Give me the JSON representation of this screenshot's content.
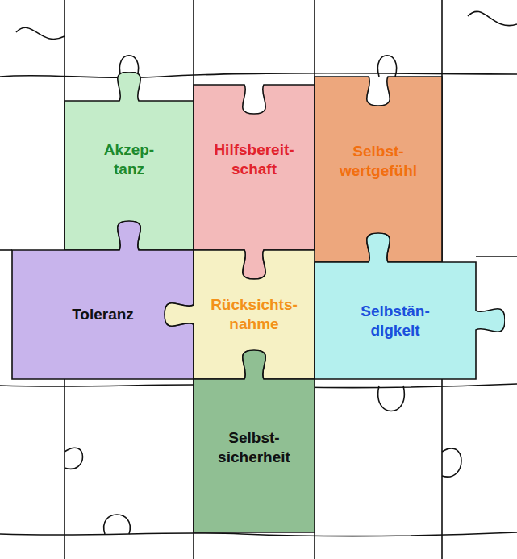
{
  "diagram": {
    "nodes": [
      {
        "text": [
          "Akzep- tanz"
        ]
      },
      {
        "text": [
          "Hilfsbereit- schaft"
        ]
      },
      {
        "text": [
          "Selbst- wertgefühl"
        ]
      },
      {
        "text": [
          "Toleranz"
        ]
      },
      {
        "text": [
          "Rücksichts- nahme"
        ]
      },
      {
        "text": [
          "Selbstän- digkeit"
        ]
      },
      {
        "text": [
          "Selbst- sicherheit"
        ]
      }
    ]
  }
}
